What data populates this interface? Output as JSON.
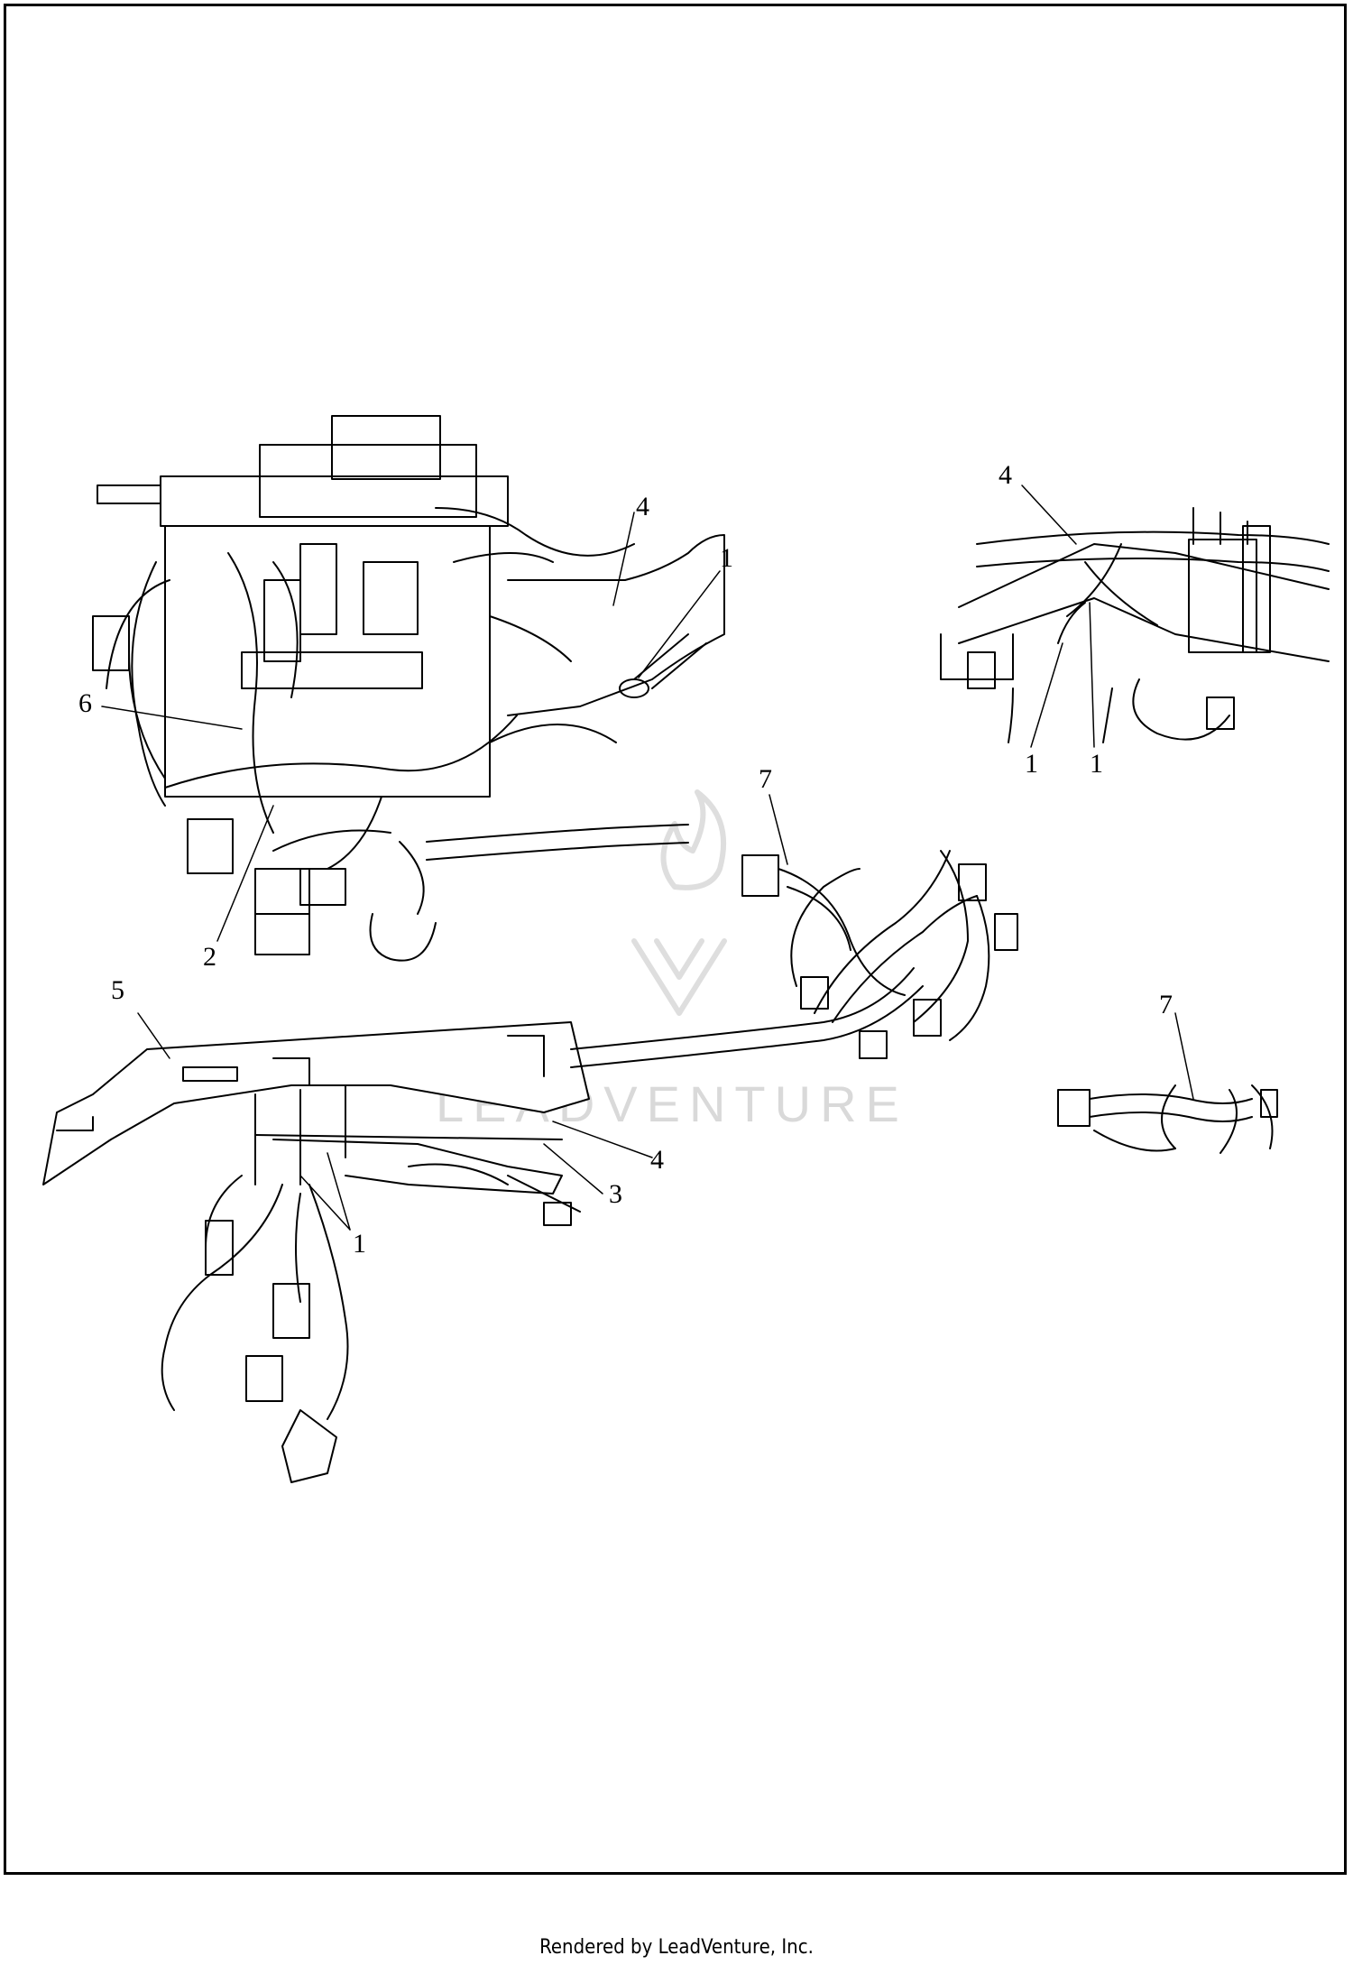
{
  "callouts": {
    "c1": "1",
    "c2": "1",
    "c3": "1",
    "c4": "1",
    "c5": "2",
    "c6": "3",
    "c7": "4",
    "c8": "4",
    "c9": "4",
    "c10": "5",
    "c11": "6",
    "c12": "7",
    "c13": "7"
  },
  "watermark": {
    "text": "LEADVENTURE"
  },
  "footer": {
    "text": "Rendered by LeadVenture, Inc."
  }
}
